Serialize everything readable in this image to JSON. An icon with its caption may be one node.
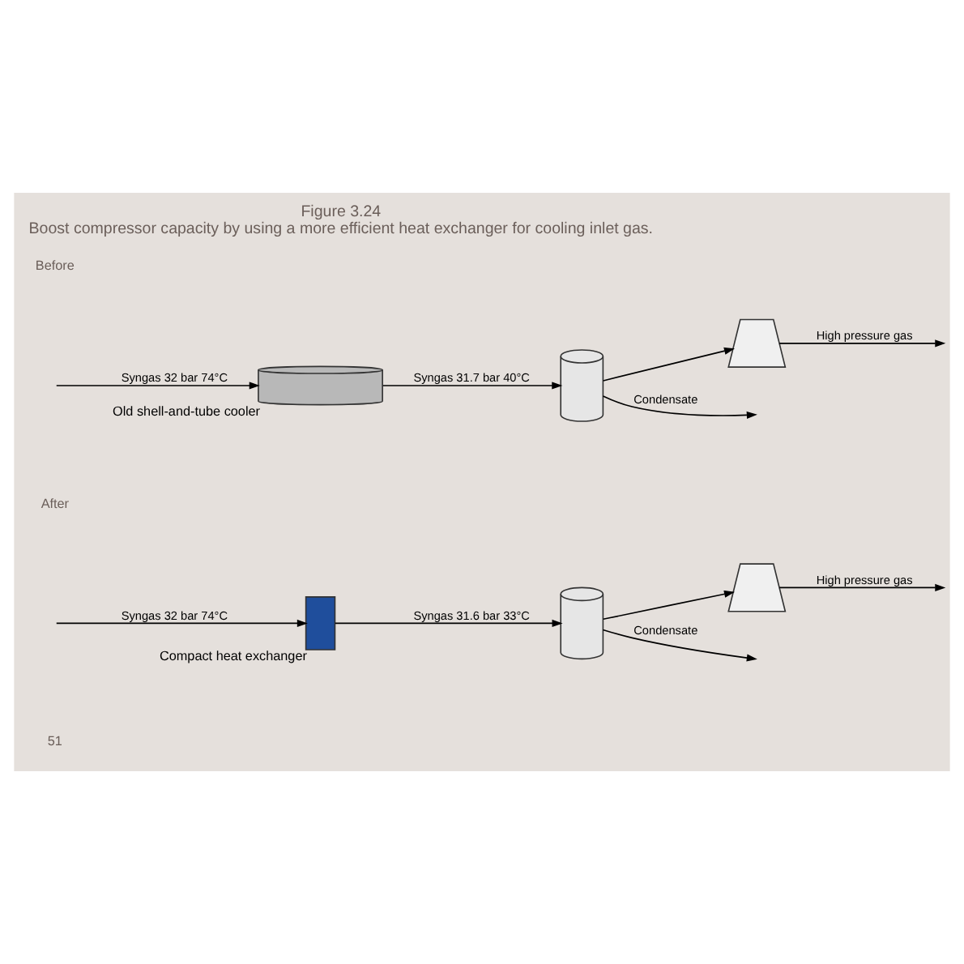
{
  "diagram": {
    "title": "Figure 3.24",
    "caption": "Boost compressor capacity by using a more efficient heat exchanger for cooling inlet gas.",
    "nodes": [
      {
        "text": [],
        "shape": "cylinder",
        "beside": [
          "Old shell-and-tube cooler"
        ]
      },
      {
        "text": [],
        "shape": "cylinder"
      },
      {
        "text": [],
        "shape": "trapezium"
      },
      {
        "text": [],
        "shape": "box",
        "beside": [
          "Compact heat exchanger"
        ]
      },
      {
        "text": [],
        "shape": "cylinder"
      },
      {
        "text": [],
        "shape": "trapezium"
      }
    ],
    "edges": [
      {
        "from": null,
        "to": 0,
        "arrow": "to",
        "label": "Syngas 32 bar 74°C"
      },
      {
        "from": 0,
        "to": 1,
        "arrow": "to",
        "label": "Syngas 31.7 bar 40°C"
      },
      {
        "from": 1,
        "to": 2,
        "arrow": "to"
      },
      {
        "from": 1,
        "to": null,
        "arrow": "to",
        "label": "Condensate"
      },
      {
        "from": 2,
        "to": null,
        "arrow": "to",
        "label": "High pressure gas"
      },
      {
        "from": null,
        "to": 3,
        "arrow": "to",
        "label": "Syngas 32 bar 74°C"
      },
      {
        "from": 3,
        "to": 4,
        "arrow": "to",
        "label": "Syngas 31.6 bar 33°C"
      },
      {
        "from": 4,
        "to": 5,
        "arrow": "to"
      },
      {
        "from": 4,
        "to": null,
        "arrow": "to",
        "label": "Condensate"
      },
      {
        "from": 5,
        "to": null,
        "arrow": "to",
        "label": "High pressure gas"
      }
    ],
    "labels": [
      "Before",
      "After",
      "51"
    ]
  }
}
